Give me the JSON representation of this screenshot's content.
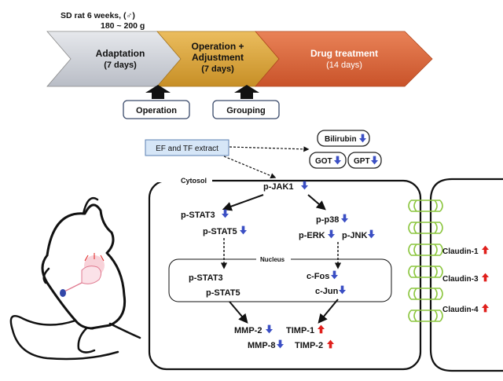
{
  "header": {
    "subject_line1": "SD rat 6 weeks, (♂)",
    "subject_line2": "180 ~ 200 g"
  },
  "timeline": [
    {
      "title": "Adaptation",
      "detail": "(7 days)",
      "color": "#c9ccd3"
    },
    {
      "title_line1": "Operation +",
      "title_line2": "Adjustment",
      "detail": "(7 days)",
      "color": "#d9a43a"
    },
    {
      "title": "Drug treatment",
      "detail": "(14 days)",
      "color": "#d9663a"
    }
  ],
  "events": {
    "operation": "Operation",
    "grouping": "Grouping"
  },
  "extract": "EF and TF extract",
  "serum": {
    "bilirubin": "Bilirubin",
    "got": "GOT",
    "gpt": "GPT"
  },
  "labels": {
    "cytosol": "Cytosol",
    "nucleus": "Nucleus"
  },
  "pathway": {
    "jak1": "p-JAK1",
    "stat3": "p-STAT3",
    "stat5": "p-STAT5",
    "p38": "p-p38",
    "erk": "p-ERK",
    "jnk": "p-JNK",
    "nuc_stat3": "p-STAT3",
    "nuc_stat5": "p-STAT5",
    "cfos": "c-Fos",
    "cjun": "c-Jun",
    "mmp2": "MMP-2",
    "mmp8": "MMP-8",
    "timp1": "TIMP-1",
    "timp2": "TIMP-2"
  },
  "claudins": {
    "c1": "Claudin-1",
    "c3": "Claudin-3",
    "c4": "Claudin-4"
  },
  "colors": {
    "down_arrow": "#3b4fc4",
    "up_arrow": "#e0201c",
    "tight_junction": "#8cc63f",
    "extract_box": "#d6e6f7"
  }
}
